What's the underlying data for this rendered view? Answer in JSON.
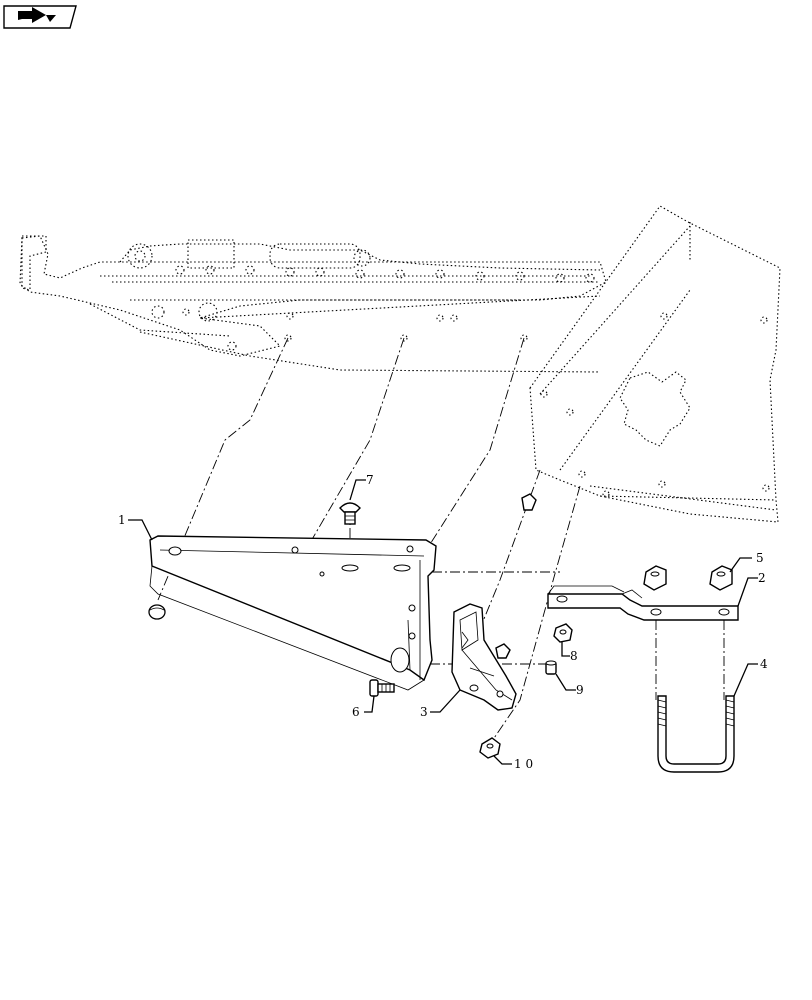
{
  "nav_icon": "next-page-arrow-icon",
  "callouts": [
    {
      "id": "c1",
      "label": "1"
    },
    {
      "id": "c2",
      "label": "2"
    },
    {
      "id": "c3",
      "label": "3"
    },
    {
      "id": "c4",
      "label": "4"
    },
    {
      "id": "c5",
      "label": "5"
    },
    {
      "id": "c6",
      "label": "6"
    },
    {
      "id": "c7",
      "label": "7"
    },
    {
      "id": "c8",
      "label": "8"
    },
    {
      "id": "c9",
      "label": "9"
    },
    {
      "id": "c10",
      "label": "1 0"
    }
  ]
}
